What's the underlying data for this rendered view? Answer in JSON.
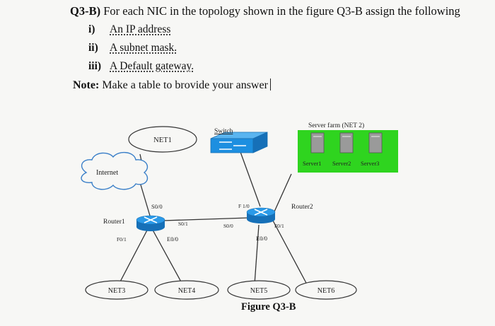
{
  "question": {
    "label": "Q3-B)",
    "text": "For each NIC in the topology shown in the figure Q3-B assign the following",
    "items": [
      {
        "num": "i)",
        "text": "An IP address"
      },
      {
        "num": "ii)",
        "text": "A subnet mask."
      },
      {
        "num": "iii)",
        "text": "A Default gateway."
      }
    ],
    "note_label": "Note:",
    "note_text": "Make a table to brovide your answer"
  },
  "diagram": {
    "internet": "Internet",
    "net1": "NET1",
    "net3": "NET3",
    "net4": "NET4",
    "net5": "NET5",
    "net6": "NET6",
    "router1": "Router1",
    "router2": "Router2",
    "switch": "Switch",
    "server_farm": "Server farm (NET 2)",
    "servers": [
      "Server1",
      "Server2",
      "Server3"
    ],
    "ports": {
      "r1_s00": "S0/0",
      "r1_s01": "S0/1",
      "r1_e00": "E0/0",
      "r1_f01": "F0/1",
      "r2_f10": "F 1/0",
      "r2_s00": "S0/0",
      "r2_e00": "E0/0",
      "r2_f01": "F0/1"
    },
    "caption": "Figure Q3-B"
  },
  "colors": {
    "server_farm_bg": "#2fd41f",
    "server_box": "#9a9a9a",
    "device_blue": "#1d8fe0",
    "cloud_stroke": "#3a7fc8"
  }
}
